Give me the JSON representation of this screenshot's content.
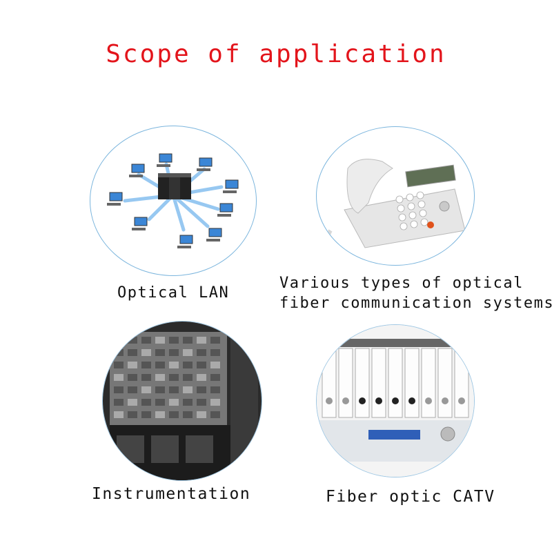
{
  "title": "Scope of application",
  "items": [
    {
      "id": "lan",
      "caption_lines": [
        "Optical LAN"
      ],
      "icon": "network-computers-image"
    },
    {
      "id": "phone",
      "caption_lines": [
        "Various types of optical",
        "fiber communication systems"
      ],
      "icon": "telephone-image"
    },
    {
      "id": "inst",
      "caption_lines": [
        "Instrumentation"
      ],
      "icon": "equipment-rack-image"
    },
    {
      "id": "catv",
      "caption_lines": [
        "Fiber optic CATV"
      ],
      "icon": "catv-chassis-image"
    }
  ],
  "colors": {
    "title": "#e3141b",
    "circle_border": "#7bb5dd",
    "caption": "#111111"
  }
}
